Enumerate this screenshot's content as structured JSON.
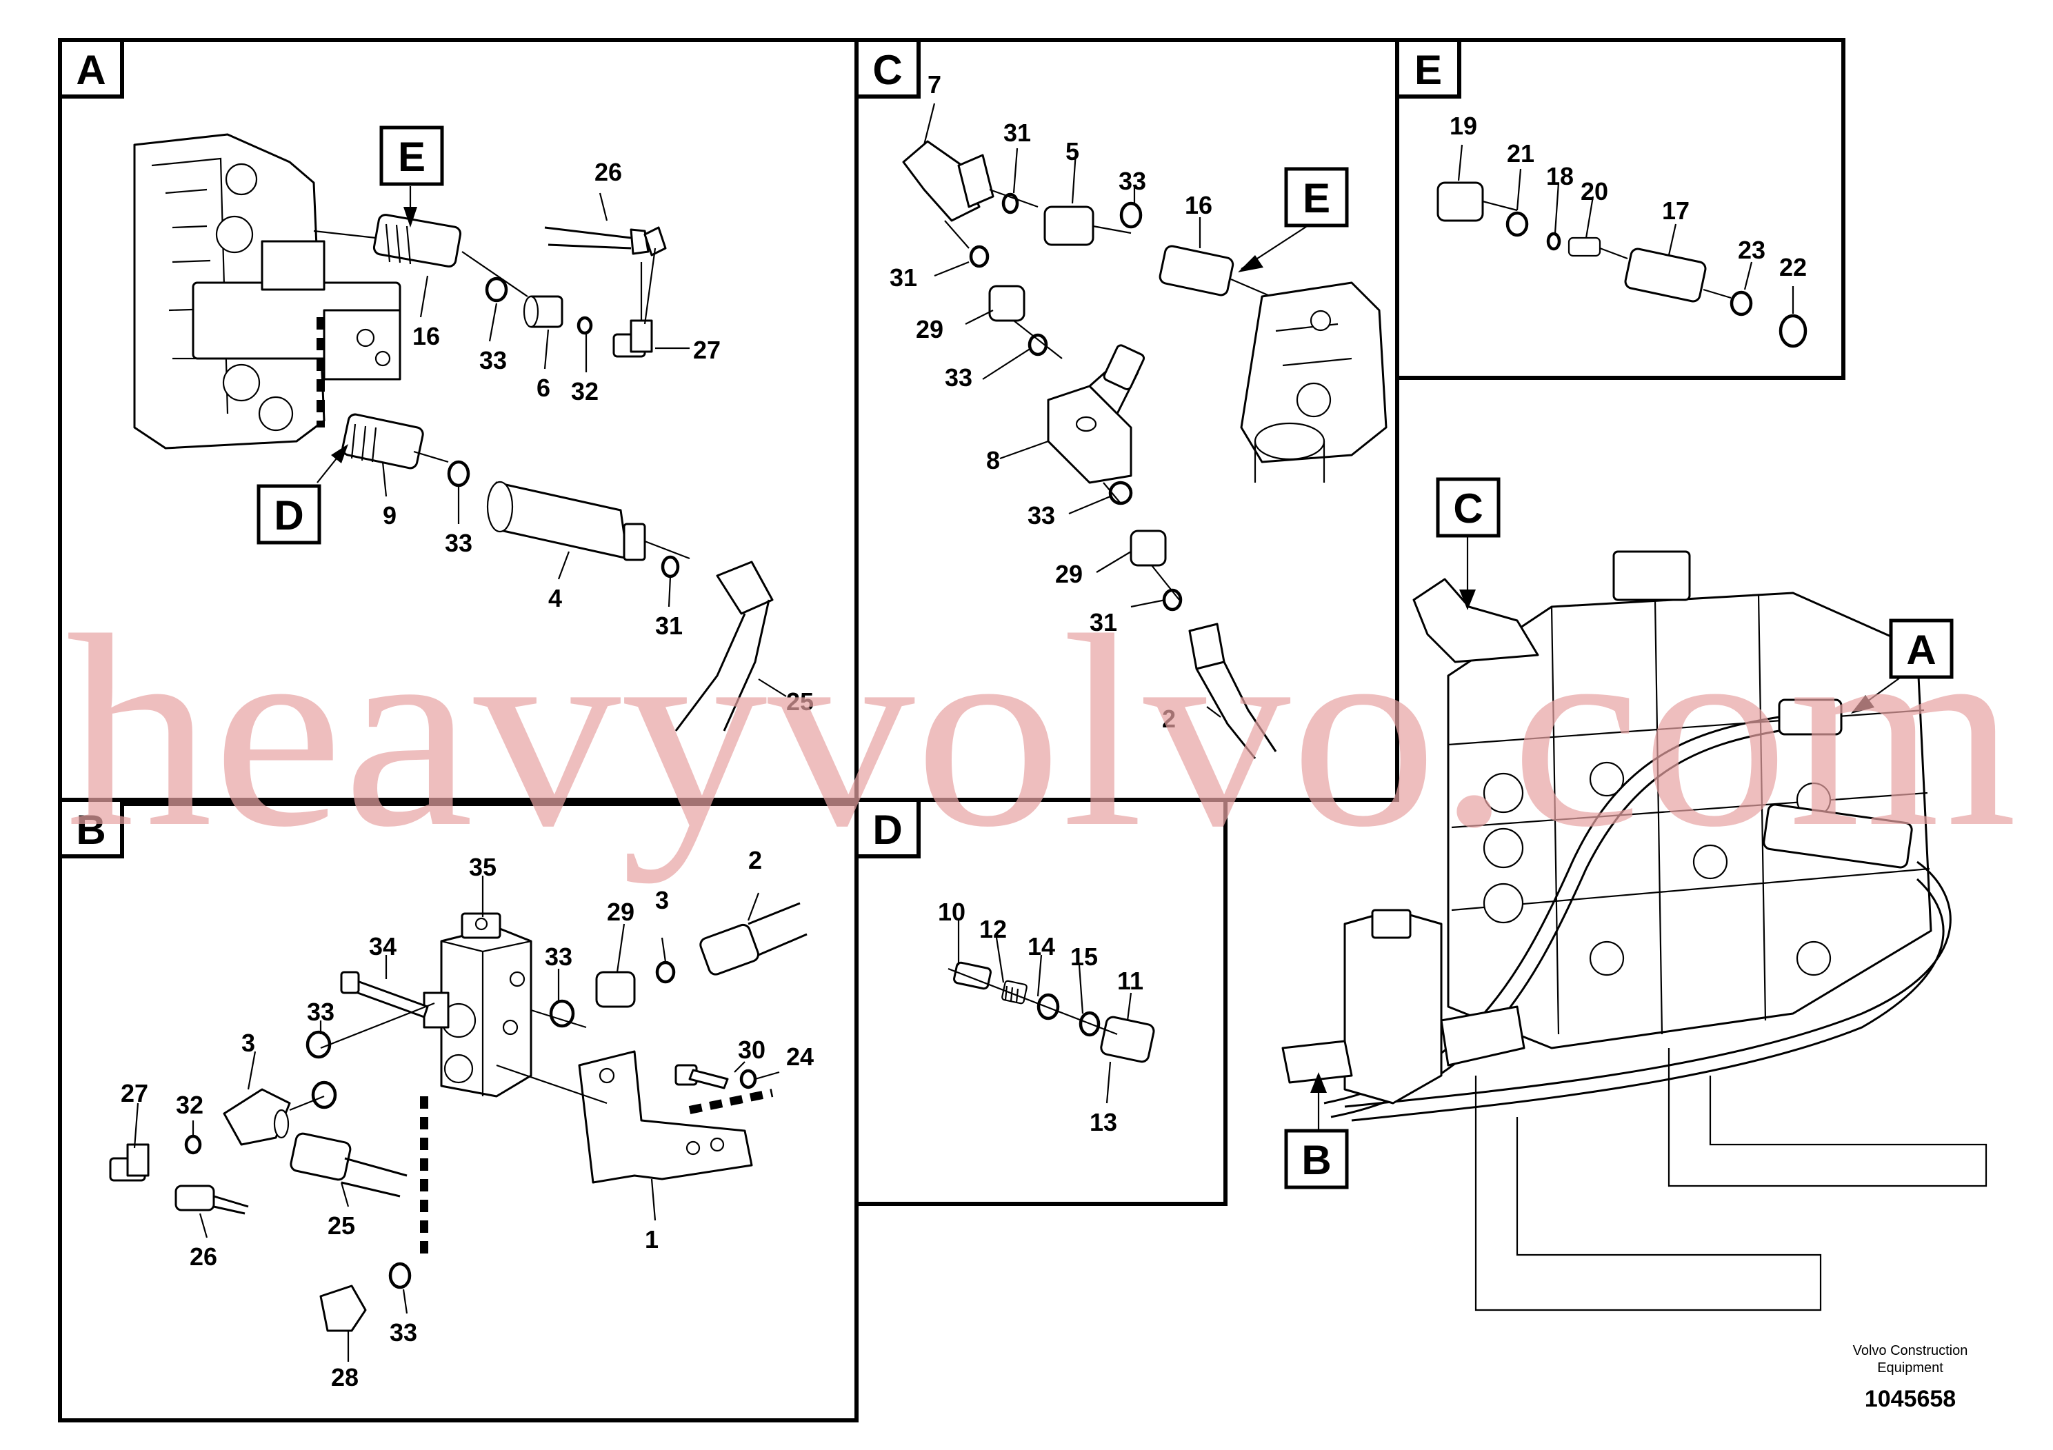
{
  "panels": {
    "A": {
      "letter": "A"
    },
    "B": {
      "letter": "B"
    },
    "C": {
      "letter": "C"
    },
    "D": {
      "letter": "D"
    },
    "E": {
      "letter": "E"
    }
  },
  "reference_tags": {
    "a_e": "E",
    "a_d": "D",
    "c_e": "E",
    "main_c": "C",
    "main_a": "A",
    "main_b": "B"
  },
  "callouts": {
    "a": [
      "26",
      "16",
      "33",
      "6",
      "32",
      "27",
      "9",
      "33",
      "4",
      "31",
      "25"
    ],
    "c": [
      "7",
      "31",
      "5",
      "33",
      "16",
      "31",
      "29",
      "33",
      "8",
      "33",
      "29",
      "31",
      "2"
    ],
    "e": [
      "19",
      "21",
      "18",
      "20",
      "17",
      "23",
      "22"
    ],
    "b": [
      "35",
      "34",
      "33",
      "29",
      "3",
      "2",
      "33",
      "3",
      "32",
      "27",
      "30",
      "24",
      "25",
      "26",
      "1",
      "28",
      "33"
    ],
    "d": [
      "10",
      "12",
      "14",
      "15",
      "11",
      "13"
    ]
  },
  "footer": {
    "company_line1": "Volvo Construction",
    "company_line2": "Equipment",
    "drawing_number": "1045658"
  },
  "watermark": {
    "text": "heavyvolvo.com"
  },
  "colors": {
    "line": "#000000",
    "watermark": "#e8a3a3",
    "background": "#ffffff"
  }
}
